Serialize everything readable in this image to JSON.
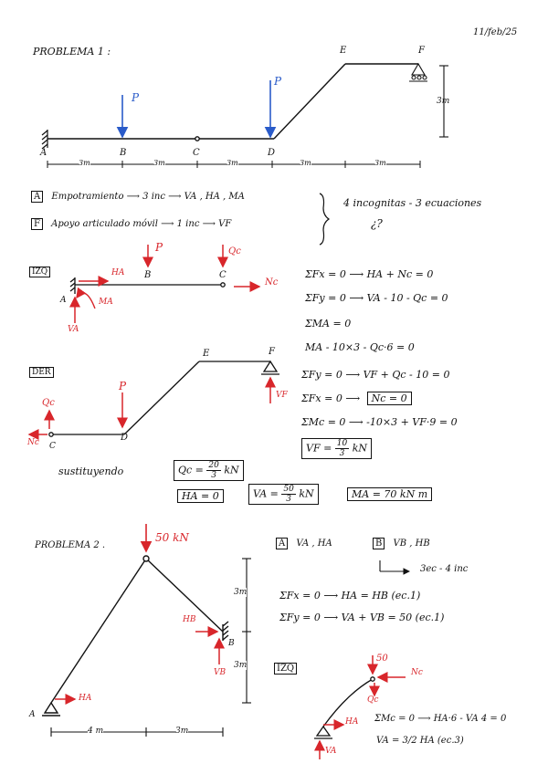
{
  "date": "11/feb/25",
  "p1": {
    "title": "PROBLEMA 1 :",
    "labels": {
      "A": "A",
      "B": "B",
      "C": "C",
      "D": "D",
      "E": "E",
      "F": "F",
      "P1": "P",
      "P2": "P"
    },
    "dims": {
      "s1": "3m",
      "s2": "3m",
      "s3": "3m",
      "s4": "3m",
      "s5": "3m",
      "h": "3m"
    },
    "supportA": {
      "tag": "A",
      "text": "Empotramiento ⟶ 3 inc ⟶ VA , HA , MA"
    },
    "supportF": {
      "tag": "F",
      "text": "Apoyo articulado móvil ⟶ 1 inc ⟶ VF"
    },
    "incognitas": "4 incognitas - 3 ecuaciones",
    "question": "¿?",
    "izq": {
      "tag": "IZQ",
      "labels": {
        "P": "P",
        "Qc": "Qc",
        "HA": "HA",
        "MA": "MA",
        "VA": "VA",
        "Nc": "Nc",
        "A": "A",
        "B": "B",
        "C": "C"
      },
      "eq1": "ΣFx = 0 ⟶ HA + Nc = 0",
      "eq2": "ΣFy = 0 ⟶ VA - 10 - Qc = 0",
      "eq3": "ΣMA = 0",
      "eq4": "MA - 10×3 - Qc·6 = 0"
    },
    "der": {
      "tag": "DER",
      "labels": {
        "E": "E",
        "F": "F",
        "P": "P",
        "VF": "VF",
        "Qc": "Qc",
        "Nc": "Nc",
        "C": "C",
        "D": "D"
      },
      "eq1": "ΣFy = 0 ⟶ VF + Qc - 10 = 0",
      "eq2a": "ΣFx = 0 ⟶",
      "eq2b": "Nc = 0",
      "eq3": "ΣMc = 0 ⟶ -10×3 + VF·9 = 0",
      "vf_lhs": "VF =",
      "vf_num": "10",
      "vf_den": "3",
      "vf_unit": "kN"
    },
    "sust": {
      "label": "sustituyendo",
      "qc_lhs": "Qc =",
      "qc_num": "20",
      "qc_den": "3",
      "qc_unit": "kN",
      "ha": "HA = 0",
      "va_lhs": "VA =",
      "va_num": "50",
      "va_den": "3",
      "va_unit": "kN",
      "ma": "MA = 70 kN m"
    }
  },
  "p2": {
    "title": "PROBLEMA 2 .",
    "load": "50 kN",
    "labels": {
      "A": "A",
      "B": "B",
      "HA": "HA",
      "HB": "HB",
      "VB": "VB"
    },
    "dims": {
      "h1": "3m",
      "h2": "3m",
      "w1": "4 m",
      "w2": "3m"
    },
    "a_tag": "A",
    "a_text": "VA , HA",
    "b_tag": "B",
    "b_text": "VB , HB",
    "count": "3ec - 4 inc",
    "eq1": "ΣFx = 0 ⟶ HA = HB (ec.1)",
    "eq2": "ΣFy = 0 ⟶ VA + VB = 50 (ec.1)",
    "izq": {
      "tag": "IZQ",
      "load": "50",
      "Nc": "Nc",
      "Qc": "Qc",
      "HA": "HA",
      "VA": "VA",
      "eq1": "ΣMc = 0 ⟶ HA·6 - VA 4 = 0",
      "eq2": "VA = 3/2 HA (ec.3)"
    }
  }
}
